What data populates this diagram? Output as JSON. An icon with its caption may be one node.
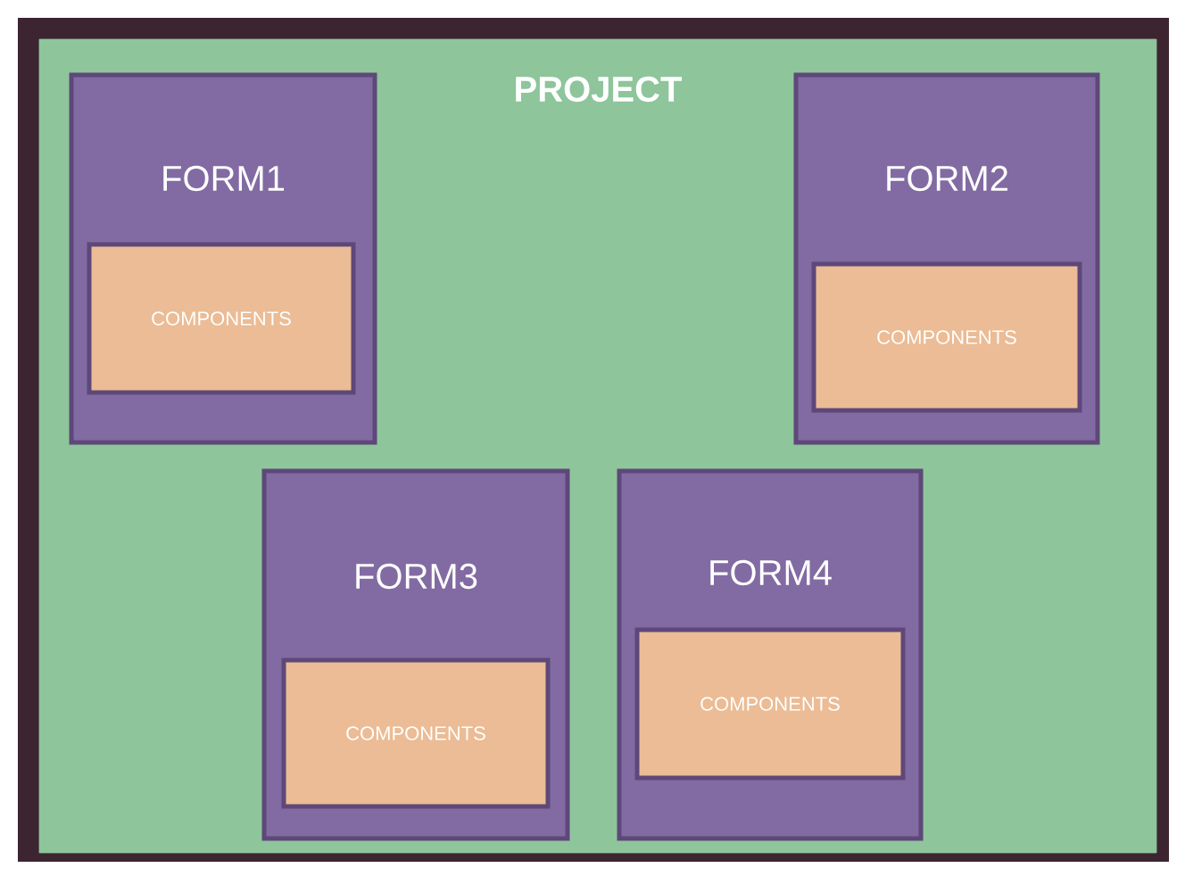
{
  "diagram": {
    "nodes": [
      {
        "text": [
          "PROJECT"
        ]
      },
      {
        "text": [
          "FORM1"
        ],
        "in": 0
      },
      {
        "text": [
          "COMPONENTS"
        ],
        "in": 1
      },
      {
        "text": [
          "FORM2"
        ],
        "in": 0
      },
      {
        "text": [
          "COMPONENTS"
        ],
        "in": 3
      },
      {
        "text": [
          "FORM3"
        ],
        "in": 0
      },
      {
        "text": [
          "COMPONENTS"
        ],
        "in": 5
      },
      {
        "text": [
          "FORM4"
        ],
        "in": 0
      },
      {
        "text": [
          "COMPONENTS"
        ],
        "in": 7
      }
    ]
  }
}
